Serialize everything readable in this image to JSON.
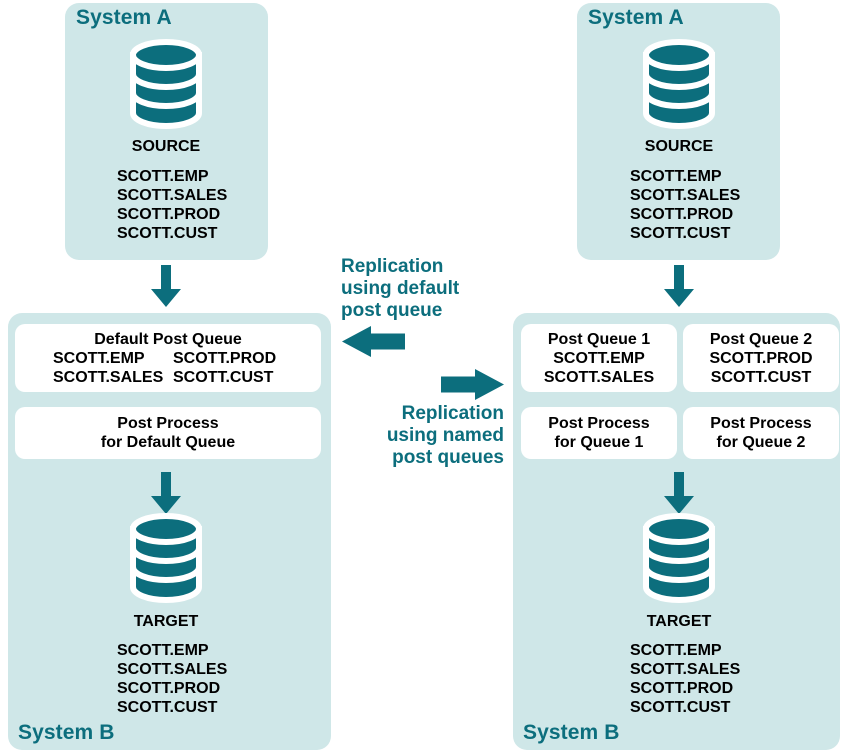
{
  "colors": {
    "teal": "#0c6e7d",
    "panel_bg": "#cfe7e8",
    "box_bg": "#ffffff",
    "text": "#000000"
  },
  "left_diagram": {
    "source_panel": {
      "title": "System A",
      "db_label": "SOURCE",
      "tables": [
        "SCOTT.EMP",
        "SCOTT.SALES",
        "SCOTT.PROD",
        "SCOTT.CUST"
      ]
    },
    "target_panel": {
      "title": "System B",
      "db_label": "TARGET",
      "tables": [
        "SCOTT.EMP",
        "SCOTT.SALES",
        "SCOTT.PROD",
        "SCOTT.CUST"
      ],
      "queue_box": {
        "title": "Default Post Queue",
        "col1": [
          "SCOTT.EMP",
          "SCOTT.SALES"
        ],
        "col2": [
          "SCOTT.PROD",
          "SCOTT.CUST"
        ]
      },
      "process_box": {
        "line1": "Post Process",
        "line2": "for Default Queue"
      }
    }
  },
  "right_diagram": {
    "source_panel": {
      "title": "System A",
      "db_label": "SOURCE",
      "tables": [
        "SCOTT.EMP",
        "SCOTT.SALES",
        "SCOTT.PROD",
        "SCOTT.CUST"
      ]
    },
    "target_panel": {
      "title": "System B",
      "db_label": "TARGET",
      "tables": [
        "SCOTT.EMP",
        "SCOTT.SALES",
        "SCOTT.PROD",
        "SCOTT.CUST"
      ],
      "queue_box_1": {
        "title": "Post Queue 1",
        "tables": [
          "SCOTT.EMP",
          "SCOTT.SALES"
        ]
      },
      "queue_box_2": {
        "title": "Post Queue 2",
        "tables": [
          "SCOTT.PROD",
          "SCOTT.CUST"
        ]
      },
      "process_box_1": {
        "line1": "Post Process",
        "line2": "for Queue 1"
      },
      "process_box_2": {
        "line1": "Post Process",
        "line2": "for Queue 2"
      }
    }
  },
  "center": {
    "left_label": {
      "line1": "Replication",
      "line2": "using default",
      "line3": "post queue"
    },
    "right_label": {
      "line1": "Replication",
      "line2": "using named",
      "line3": "post queues"
    }
  }
}
